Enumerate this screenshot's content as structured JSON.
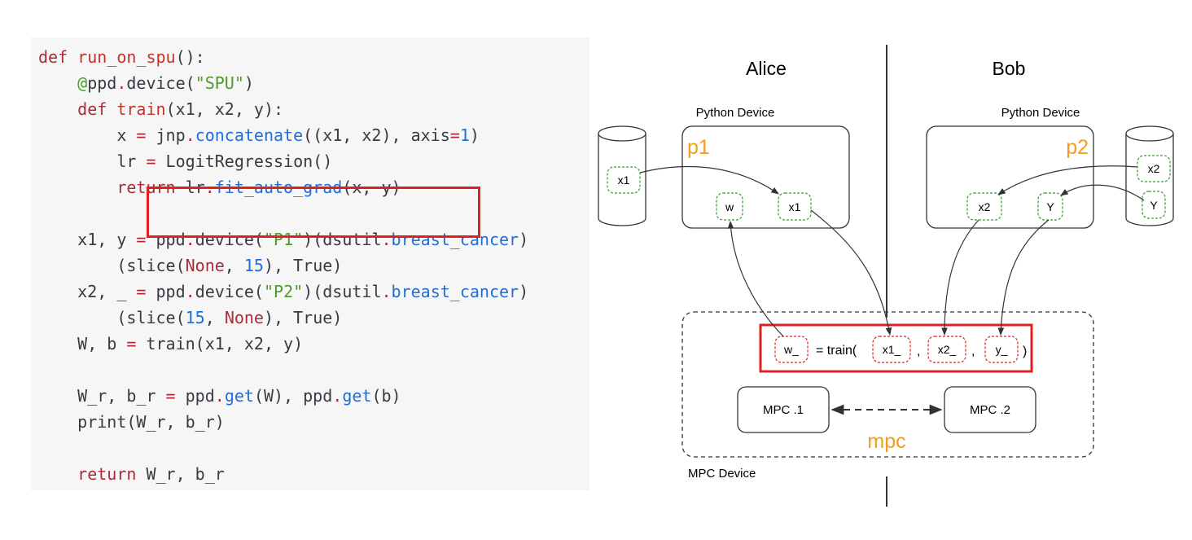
{
  "colors": {
    "keyword": "#a72d39",
    "function": "#c0352a",
    "method": "#1f6fd6",
    "string": "#4f9a2a",
    "number": "#1f6fd6",
    "decorator": "#4f9a2a",
    "plain": "#383a42",
    "highlight": "#e02020",
    "device_label": "#f29d1d",
    "green_dash": "#2e9e2e",
    "red_dash": "#e02020"
  },
  "code": {
    "lines": [
      [
        {
          "t": "def ",
          "c": "keyword"
        },
        {
          "t": "run_on_spu",
          "c": "function"
        },
        {
          "t": "():",
          "c": "plain"
        }
      ],
      [
        {
          "t": "    ",
          "c": "plain"
        },
        {
          "t": "@",
          "c": "decorator"
        },
        {
          "t": "ppd",
          "c": "plain"
        },
        {
          "t": ".",
          "c": "keyword"
        },
        {
          "t": "device(",
          "c": "plain"
        },
        {
          "t": "\"SPU\"",
          "c": "string"
        },
        {
          "t": ")",
          "c": "plain"
        }
      ],
      [
        {
          "t": "    ",
          "c": "plain"
        },
        {
          "t": "def ",
          "c": "keyword"
        },
        {
          "t": "train",
          "c": "function"
        },
        {
          "t": "(x1, x2, y):",
          "c": "plain"
        }
      ],
      [
        {
          "t": "        x ",
          "c": "plain"
        },
        {
          "t": "=",
          "c": "keyword"
        },
        {
          "t": " jnp",
          "c": "plain"
        },
        {
          "t": ".",
          "c": "keyword"
        },
        {
          "t": "concatenate",
          "c": "method"
        },
        {
          "t": "((x1, x2), axis",
          "c": "plain"
        },
        {
          "t": "=",
          "c": "keyword"
        },
        {
          "t": "1",
          "c": "number"
        },
        {
          "t": ")",
          "c": "plain"
        }
      ],
      [
        {
          "t": "        lr ",
          "c": "plain"
        },
        {
          "t": "=",
          "c": "keyword"
        },
        {
          "t": " LogitRegression()",
          "c": "plain"
        }
      ],
      [
        {
          "t": "        ",
          "c": "plain"
        },
        {
          "t": "return",
          "c": "keyword"
        },
        {
          "t": " lr",
          "c": "plain"
        },
        {
          "t": ".",
          "c": "keyword"
        },
        {
          "t": "fit_auto_grad",
          "c": "method"
        },
        {
          "t": "(x, y)",
          "c": "plain"
        }
      ],
      [],
      [
        {
          "t": "    x1, y ",
          "c": "plain"
        },
        {
          "t": "=",
          "c": "keyword"
        },
        {
          "t": " ppd",
          "c": "plain"
        },
        {
          "t": ".",
          "c": "keyword"
        },
        {
          "t": "device(",
          "c": "plain"
        },
        {
          "t": "\"P1\"",
          "c": "string"
        },
        {
          "t": ")(dsutil",
          "c": "plain"
        },
        {
          "t": ".",
          "c": "keyword"
        },
        {
          "t": "breast_cancer",
          "c": "method"
        },
        {
          "t": ")",
          "c": "plain"
        }
      ],
      [
        {
          "t": "        (slice(",
          "c": "plain"
        },
        {
          "t": "None",
          "c": "keyword"
        },
        {
          "t": ", ",
          "c": "plain"
        },
        {
          "t": "15",
          "c": "number"
        },
        {
          "t": "), True)",
          "c": "plain"
        }
      ],
      [
        {
          "t": "    x2, _ ",
          "c": "plain"
        },
        {
          "t": "=",
          "c": "keyword"
        },
        {
          "t": " ppd",
          "c": "plain"
        },
        {
          "t": ".",
          "c": "keyword"
        },
        {
          "t": "device(",
          "c": "plain"
        },
        {
          "t": "\"P2\"",
          "c": "string"
        },
        {
          "t": ")(dsutil",
          "c": "plain"
        },
        {
          "t": ".",
          "c": "keyword"
        },
        {
          "t": "breast_cancer",
          "c": "method"
        },
        {
          "t": ")",
          "c": "plain"
        }
      ],
      [
        {
          "t": "        (slice(",
          "c": "plain"
        },
        {
          "t": "15",
          "c": "number"
        },
        {
          "t": ", ",
          "c": "plain"
        },
        {
          "t": "None",
          "c": "keyword"
        },
        {
          "t": "), True)",
          "c": "plain"
        }
      ],
      [
        {
          "t": "    W, b ",
          "c": "plain"
        },
        {
          "t": "=",
          "c": "keyword"
        },
        {
          "t": " train(x1, x2, y)",
          "c": "plain"
        }
      ],
      [],
      [
        {
          "t": "    W_r, b_r ",
          "c": "plain"
        },
        {
          "t": "=",
          "c": "keyword"
        },
        {
          "t": " ppd",
          "c": "plain"
        },
        {
          "t": ".",
          "c": "keyword"
        },
        {
          "t": "get",
          "c": "method"
        },
        {
          "t": "(W), ppd",
          "c": "plain"
        },
        {
          "t": ".",
          "c": "keyword"
        },
        {
          "t": "get",
          "c": "method"
        },
        {
          "t": "(b)",
          "c": "plain"
        }
      ],
      [
        {
          "t": "    print(W_r, b_r)",
          "c": "plain"
        }
      ],
      [],
      [
        {
          "t": "    return",
          "c": "keyword"
        },
        {
          "t": " W_r, b_r",
          "c": "plain"
        }
      ]
    ]
  },
  "diagram": {
    "alice_label": "Alice",
    "bob_label": "Bob",
    "python_device_left": "Python Device",
    "python_device_right": "Python Device",
    "p1_label": "p1",
    "p2_label": "p2",
    "mpc_label": "mpc",
    "mpc_device_label": "MPC Device",
    "mpc1_label": "MPC .1",
    "mpc2_label": "MPC .2",
    "tokens": {
      "alice_db_x1": "x1",
      "p1_w": "w",
      "p1_x1": "x1",
      "p2_x2": "x2",
      "p2_y": "Y",
      "bob_db_x2": "x2",
      "bob_db_y": "Y"
    },
    "formula": {
      "w": "w_",
      "equals_train": "= train(",
      "x1": "x1_",
      "comma1": ",",
      "x2": "x2_",
      "comma2": ",",
      "y": "y_",
      "close": ")"
    }
  }
}
